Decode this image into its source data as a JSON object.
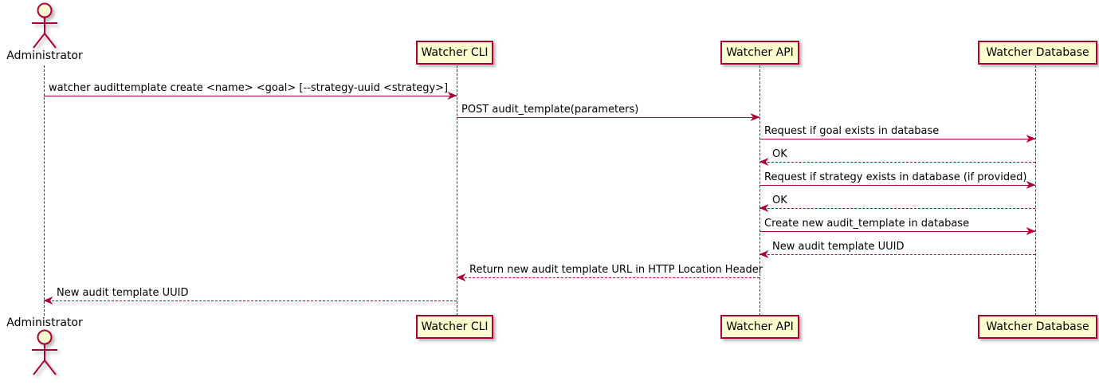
{
  "diagram": {
    "type": "sequence",
    "colors": {
      "line": "#A80036",
      "box_fill": "#FEFECE",
      "box_border": "#A80036",
      "text": "#000000",
      "background": "#FFFFFF"
    },
    "actors": [
      {
        "name": "Administrator",
        "kind": "actor"
      }
    ],
    "participants": [
      {
        "label": "Watcher CLI"
      },
      {
        "label": "Watcher API"
      },
      {
        "label": "Watcher Database"
      }
    ],
    "messages": [
      {
        "from": "Administrator",
        "to": "Watcher CLI",
        "style": "solid",
        "direction": "right",
        "label": "watcher audittemplate create <name> <goal> [--strategy-uuid <strategy>]"
      },
      {
        "from": "Watcher CLI",
        "to": "Watcher API",
        "style": "solid",
        "direction": "right",
        "label": "POST audit_template(parameters)"
      },
      {
        "from": "Watcher API",
        "to": "Watcher Database",
        "style": "solid",
        "direction": "right",
        "label": "Request if goal exists in database"
      },
      {
        "from": "Watcher Database",
        "to": "Watcher API",
        "style": "dashed",
        "direction": "left",
        "label": "OK"
      },
      {
        "from": "Watcher API",
        "to": "Watcher Database",
        "style": "solid",
        "direction": "right",
        "label": "Request if strategy exists in database (if provided)"
      },
      {
        "from": "Watcher Database",
        "to": "Watcher API",
        "style": "dashed",
        "direction": "left",
        "label": "OK"
      },
      {
        "from": "Watcher API",
        "to": "Watcher Database",
        "style": "solid",
        "direction": "right",
        "label": "Create new audit_template in database"
      },
      {
        "from": "Watcher Database",
        "to": "Watcher API",
        "style": "dashed",
        "direction": "left",
        "label": "New audit template UUID"
      },
      {
        "from": "Watcher API",
        "to": "Watcher CLI",
        "style": "dashed",
        "direction": "left",
        "label": "Return new audit template URL in HTTP Location Header"
      },
      {
        "from": "Watcher CLI",
        "to": "Administrator",
        "style": "dashed",
        "direction": "left",
        "label": "New audit template UUID"
      }
    ]
  }
}
